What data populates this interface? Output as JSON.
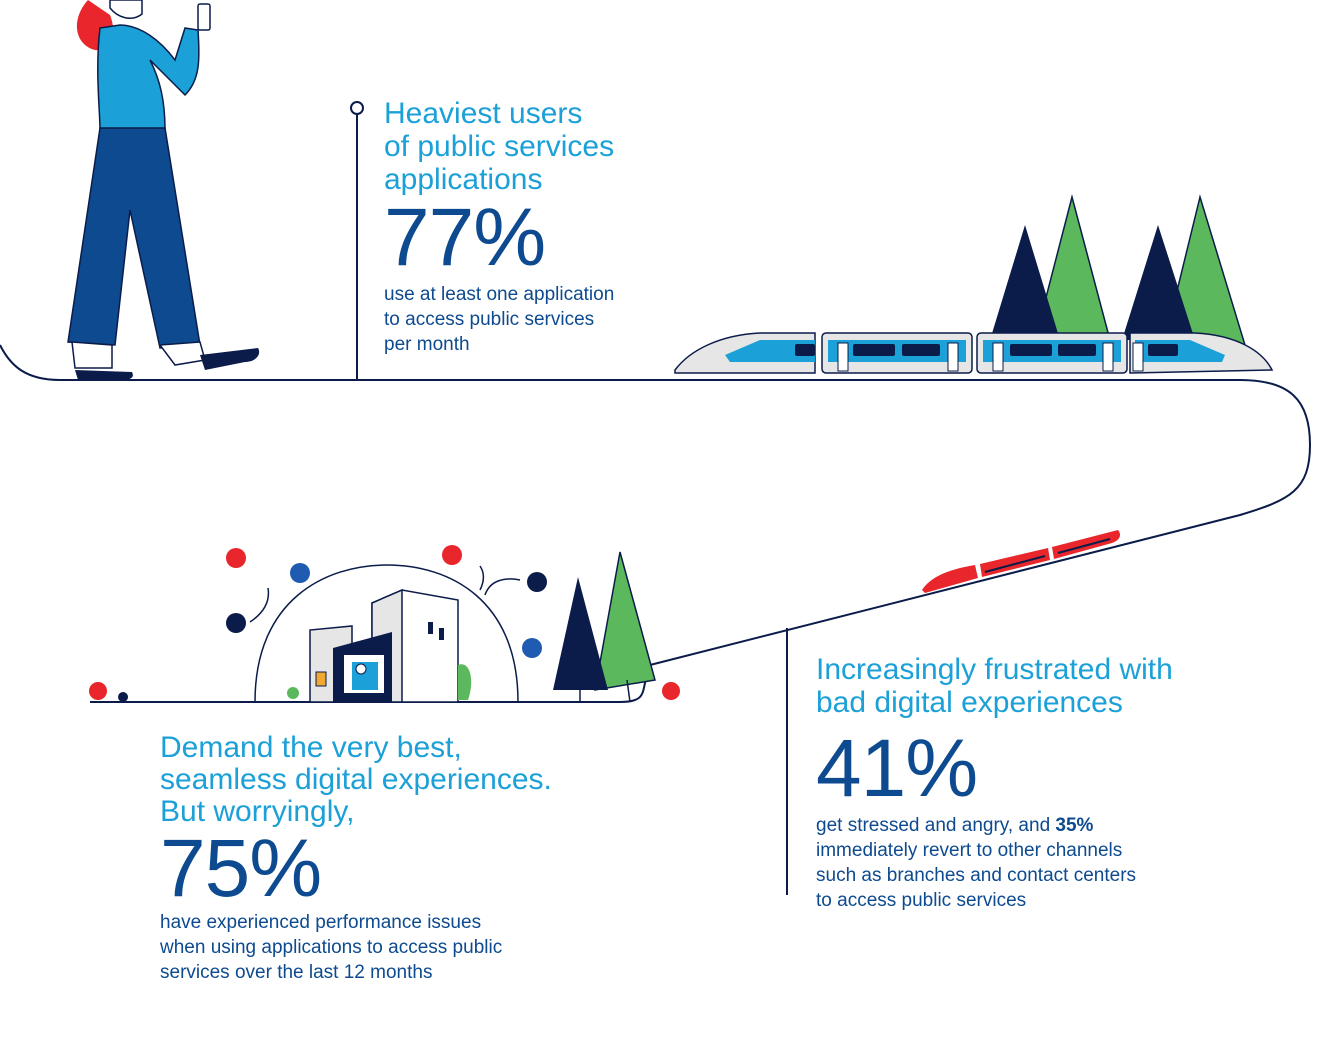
{
  "stats": [
    {
      "heading": "Heaviest users of public services applications",
      "heading_lines": [
        "Heaviest users",
        "of public services",
        "applications"
      ],
      "value": "77%",
      "desc_lines": [
        "use at least one application",
        "to access public services",
        "per month"
      ]
    },
    {
      "heading_lines": [
        "Demand the very best,",
        "seamless digital experiences.",
        "But worryingly,"
      ],
      "value": "75%",
      "desc_lines": [
        "have experienced performance issues",
        "when using applications to access public",
        "services over the last 12 months"
      ]
    },
    {
      "heading_lines": [
        "Increasingly frustrated with",
        "bad digital experiences"
      ],
      "value": "41%",
      "desc_pre": "get stressed and angry, and ",
      "desc_bold": "35%",
      "desc_lines": [
        "immediately revert to other channels",
        "such as branches and contact centers",
        "to access public services"
      ]
    }
  ],
  "colors": {
    "heading": "#1ba0d7",
    "figure": "#0d4a8f",
    "navy": "#0b1c4a",
    "green": "#5cb85c",
    "red": "#e8262b",
    "train_blue": "#1ba0d7"
  },
  "icons": [
    "person-walking-with-phone-illustration",
    "high-speed-train-illustration",
    "trees-illustration",
    "buildings-dome-illustration",
    "red-train-illustration"
  ]
}
